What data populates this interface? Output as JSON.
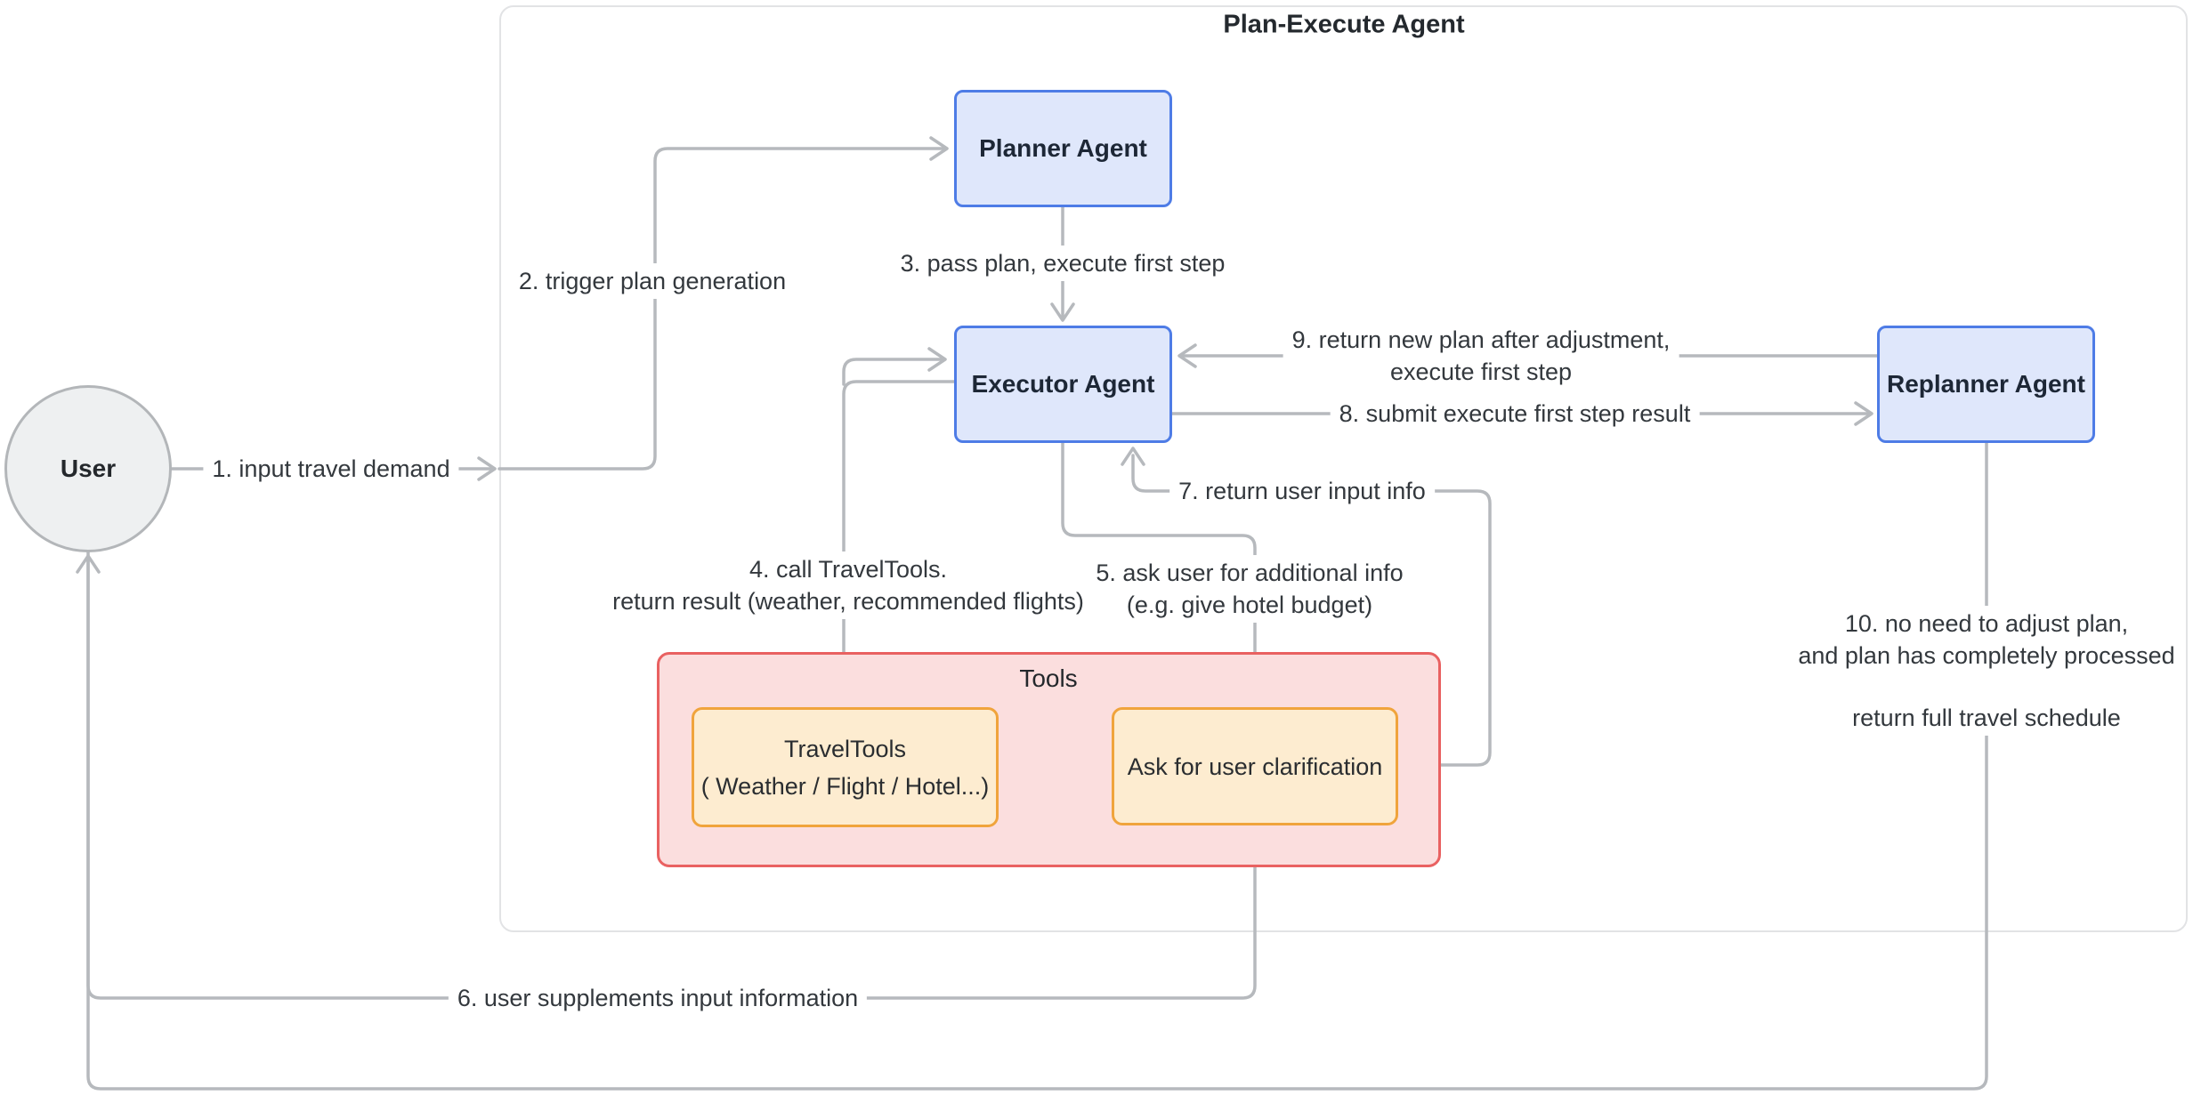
{
  "diagram": {
    "title": "Plan-Execute Agent",
    "nodes": {
      "user": {
        "label": "User"
      },
      "planner": {
        "label": "Planner Agent"
      },
      "executor": {
        "label": "Executor Agent"
      },
      "replanner": {
        "label": "Replanner Agent"
      },
      "tools_group": {
        "label": "Tools"
      },
      "travel_tools": {
        "line1": "TravelTools",
        "line2": "( Weather / Flight / Hotel...)"
      },
      "ask_clarification": {
        "label": "Ask for user clarification"
      }
    },
    "edges": {
      "e1": {
        "label": "1. input travel demand",
        "from": "user",
        "to": "plan-execute-container"
      },
      "e2": {
        "label": "2. trigger plan generation",
        "from": "plan-execute-container",
        "to": "planner"
      },
      "e3": {
        "label": "3. pass plan, execute first step",
        "from": "planner",
        "to": "executor"
      },
      "e4": {
        "line1": "4. call TravelTools.",
        "line2": "return result (weather, recommended flights)",
        "from": "executor",
        "to": "travel_tools"
      },
      "e5": {
        "line1": "5. ask user for additional info",
        "line2": "(e.g. give hotel budget)",
        "from": "executor",
        "to": "ask_clarification"
      },
      "e6": {
        "label": "6. user supplements input information",
        "from": "user",
        "to": "ask_clarification"
      },
      "e7": {
        "label": "7. return user input info",
        "from": "ask_clarification",
        "to": "executor"
      },
      "e8": {
        "label": "8. submit execute first step result",
        "from": "executor",
        "to": "replanner"
      },
      "e9": {
        "line1": "9. return new plan after adjustment,",
        "line2": "execute first step",
        "from": "replanner",
        "to": "executor"
      },
      "e10": {
        "line1": "10. no need to adjust plan,",
        "line2": "and plan has completely processed",
        "line3": "return full travel schedule",
        "from": "replanner",
        "to": "user"
      }
    },
    "colors": {
      "agent_fill": "#dfe7fb",
      "agent_border": "#4e7ce6",
      "tools_fill": "#fbdede",
      "tools_border": "#e96161",
      "tool_item_fill": "#fdecd0",
      "tool_item_border": "#f0a43c",
      "user_fill": "#eef0f1",
      "user_border": "#b3b6b9",
      "edge_stroke": "#b6b9bd",
      "container_border": "#e2e3e5",
      "label_text": "#33383d"
    }
  }
}
